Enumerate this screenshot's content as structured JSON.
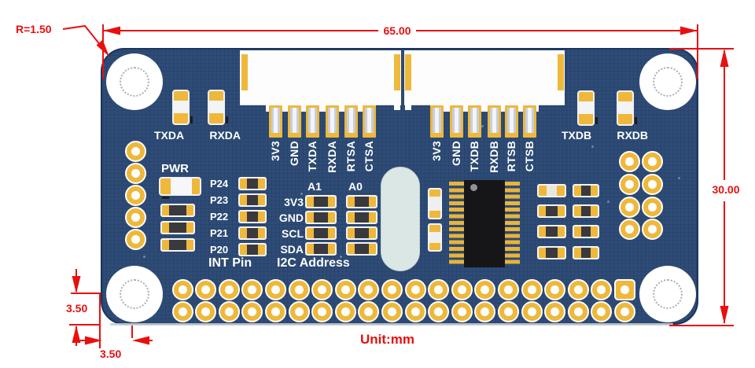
{
  "dimensions": {
    "width": "65.00",
    "height": "30.00",
    "corner_radius": "R=1.50",
    "hole_offset_vertical": "3.50",
    "hole_offset_horizontal": "3.50",
    "unit": "Unit:mm"
  },
  "silkscreen": {
    "led_labels_a": [
      "TXDA",
      "RXDA"
    ],
    "led_labels_b": [
      "TXDB",
      "RXDB"
    ],
    "pwr_label": "PWR",
    "uart_a_pins": [
      "3V3",
      "GND",
      "TXDA",
      "RXDA",
      "RTSA",
      "CTSA"
    ],
    "uart_b_pins": [
      "3V3",
      "GND",
      "TXDB",
      "RXDB",
      "RTSB",
      "CTSB"
    ],
    "int_pin": {
      "title": "INT Pin",
      "pins": [
        "P24",
        "P23",
        "P22",
        "P21",
        "P20"
      ]
    },
    "i2c_address": {
      "title": "I2C Address",
      "column_headers": [
        "A1",
        "A0"
      ],
      "rows": [
        "3V3",
        "GND",
        "SCL",
        "SDA"
      ]
    }
  },
  "colors": {
    "board": "#2e4c77",
    "silkscreen": "#ffffff",
    "copper": "#eeb83b",
    "dimension": "#e90f0f"
  }
}
